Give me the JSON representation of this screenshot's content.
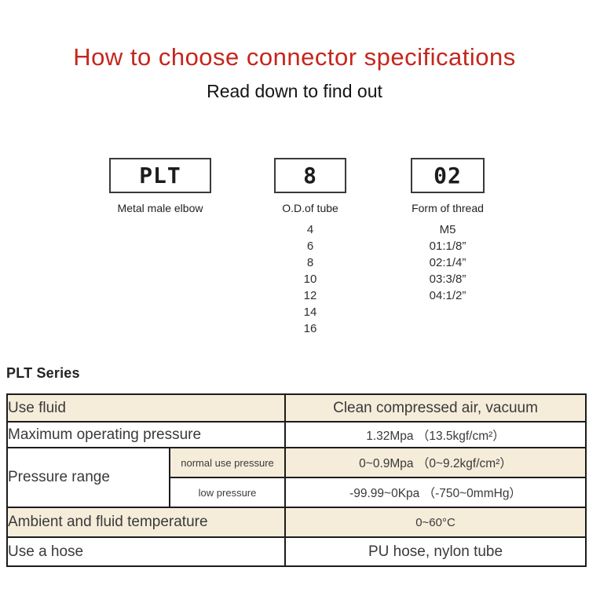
{
  "header": {
    "title": "How to choose connector specifications",
    "subtitle": "Read down to find out",
    "title_color": "#c5261d"
  },
  "diagram": {
    "columns": [
      {
        "code": "PLT",
        "label": "Metal male elbow",
        "options": []
      },
      {
        "code": "8",
        "label": "O.D.of tube",
        "options": [
          "4",
          "6",
          "8",
          "10",
          "12",
          "14",
          "16"
        ]
      },
      {
        "code": "02",
        "label": "Form of thread",
        "options": [
          "M5",
          "01:1/8”",
          "02:1/4”",
          "03:3/8”",
          "04:1/2”"
        ]
      }
    ]
  },
  "series": {
    "heading": "PLT Series"
  },
  "spec_table": {
    "stripe_color": "#f5ecda",
    "rows": [
      {
        "label": "Use fluid",
        "value": "Clean compressed air, vacuum"
      },
      {
        "label": "Maximum operating pressure",
        "value": "1.32Mpa （13.5kgf/cm²）"
      },
      {
        "label": "Pressure range",
        "sublabel": "normal use pressure",
        "value": "0~0.9Mpa （0~9.2kgf/cm²）"
      },
      {
        "sublabel": "low pressure",
        "value": "-99.99~0Kpa （-750~0mmHg）"
      },
      {
        "label": "Ambient and fluid temperature",
        "value": "0~60°C"
      },
      {
        "label": "Use a hose",
        "value": "PU hose, nylon tube"
      }
    ]
  }
}
